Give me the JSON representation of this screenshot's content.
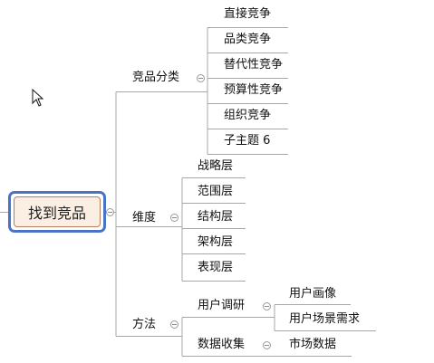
{
  "root": {
    "label": "找到竞品"
  },
  "branches": [
    {
      "label": "竞品分类",
      "children": [
        "直接竞争",
        "品类竞争",
        "替代性竞争",
        "预算性竞争",
        "组织竞争",
        "子主题 6"
      ]
    },
    {
      "label": "维度",
      "children": [
        "战略层",
        "范围层",
        "结构层",
        "架构层",
        "表现层"
      ]
    },
    {
      "label": "方法",
      "children": [
        {
          "label": "用户调研",
          "children": [
            "用户画像",
            "用户场景需求"
          ]
        },
        {
          "label": "数据收集",
          "children": [
            "市场数据"
          ]
        }
      ]
    }
  ],
  "colors": {
    "line": "#a7a7a7",
    "root_border": "#4a73c4",
    "root_inner_border": "#b77d5b",
    "root_fill": "#fbefe3"
  },
  "icons": {
    "collapse": "minus-circle-icon",
    "cursor": "mouse-pointer-icon"
  }
}
